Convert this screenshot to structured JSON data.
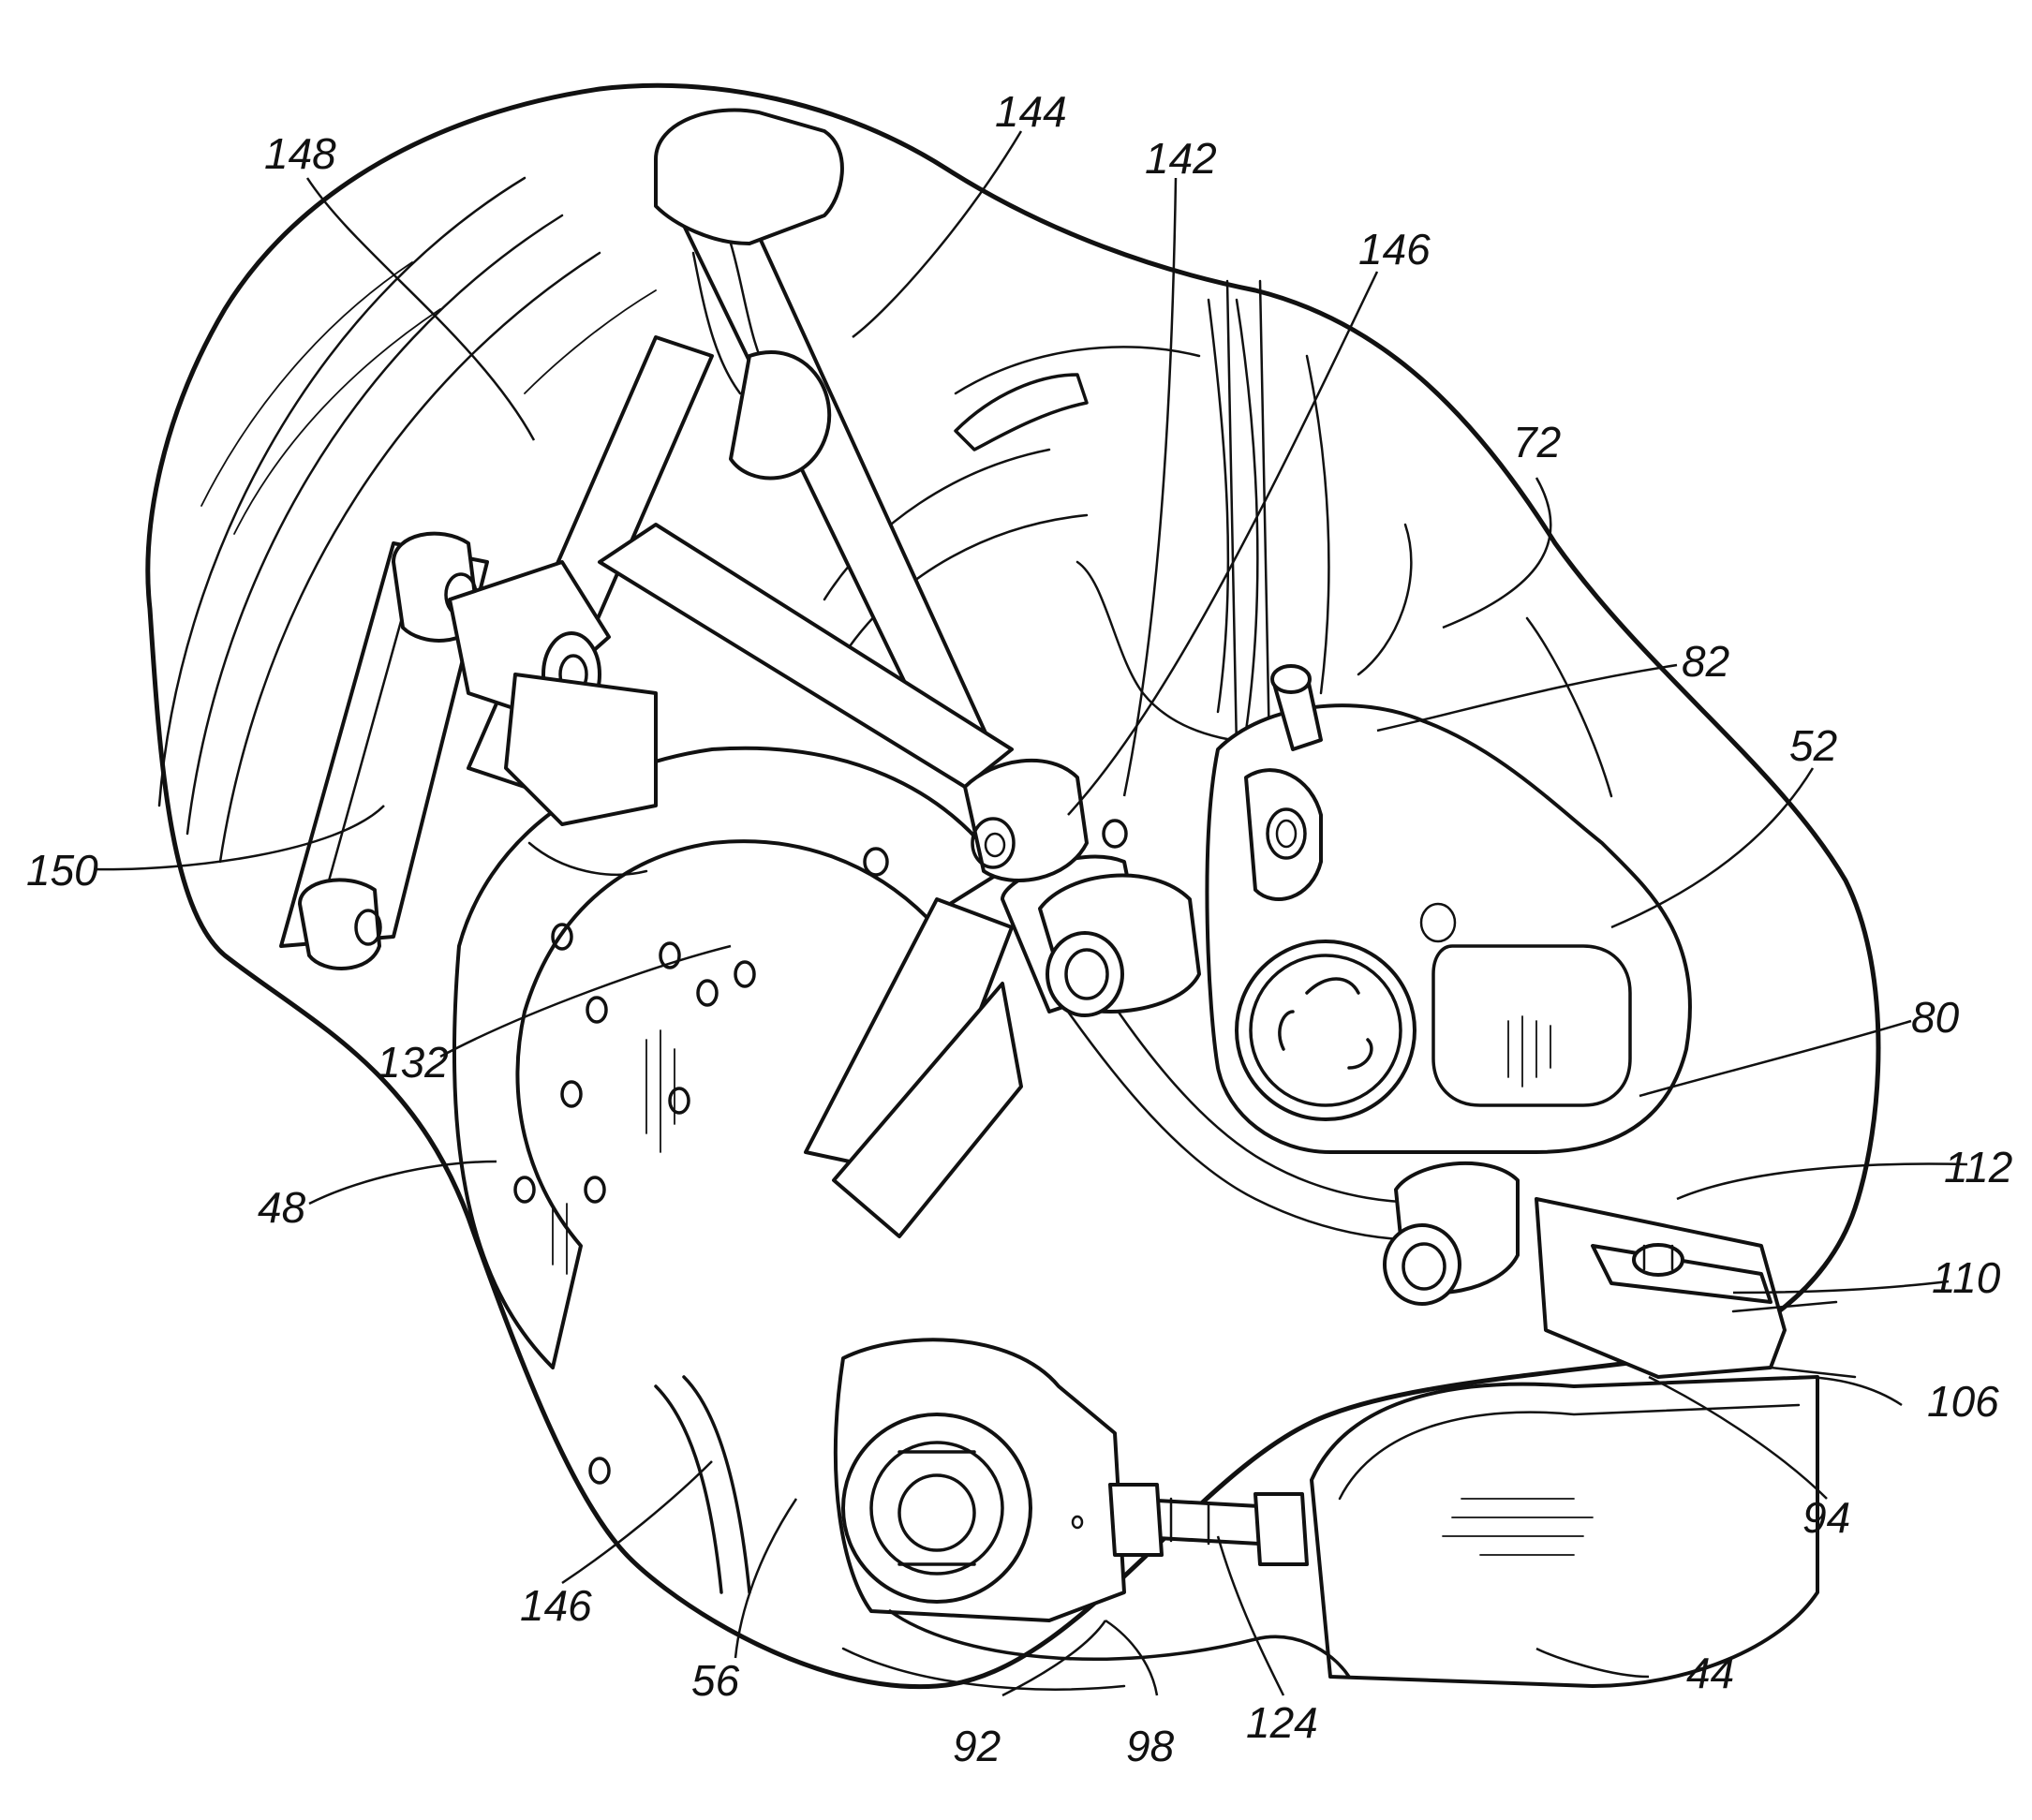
{
  "figure": {
    "labels": [
      {
        "id": "148",
        "text": "148"
      },
      {
        "id": "144",
        "text": "144"
      },
      {
        "id": "142",
        "text": "142"
      },
      {
        "id": "146a",
        "text": "146"
      },
      {
        "id": "72",
        "text": "72"
      },
      {
        "id": "82",
        "text": "82"
      },
      {
        "id": "52",
        "text": "52"
      },
      {
        "id": "80",
        "text": "80"
      },
      {
        "id": "112",
        "text": "112"
      },
      {
        "id": "110",
        "text": "110"
      },
      {
        "id": "106",
        "text": "106"
      },
      {
        "id": "94",
        "text": "94"
      },
      {
        "id": "44",
        "text": "44"
      },
      {
        "id": "124",
        "text": "124"
      },
      {
        "id": "98",
        "text": "98"
      },
      {
        "id": "92",
        "text": "92"
      },
      {
        "id": "56",
        "text": "56"
      },
      {
        "id": "146b",
        "text": "146"
      },
      {
        "id": "48",
        "text": "48"
      },
      {
        "id": "132",
        "text": "132"
      },
      {
        "id": "150",
        "text": "150"
      }
    ]
  }
}
